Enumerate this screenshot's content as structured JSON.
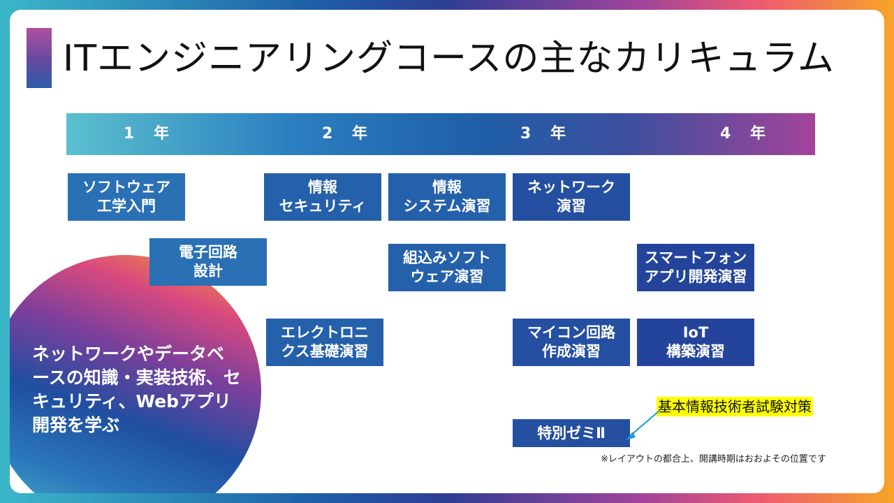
{
  "title": "ITエンジニアリングコースの主なカリキュラム",
  "years": [
    "1 年",
    "2 年",
    "3 年",
    "4 年"
  ],
  "courses": [
    "ソフトウェア\n工学入門",
    "電子回路\n設計",
    "情報\nセキュリティ",
    "エレクトロニ\nクス基礎演習",
    "情報\nシステム演習",
    "組込みソフト\nウェア演習",
    "ネットワーク\n演習",
    "マイコン回路\n作成演習",
    "特別ゼミⅡ",
    "スマートフォン\nアプリ開発演習",
    "IoT\n構築演習"
  ],
  "circle_text": "ネットワークやデータベースの知識・実装技術、セキュリティ、Webアプリ開発を学ぶ",
  "callout": "基本情報技術者試験対策",
  "note": "※レイアウトの都合上、開講時期はおおよその位置です",
  "colors": {
    "accent_arrow": "#1b9ad6",
    "highlight": "#ffff00"
  }
}
